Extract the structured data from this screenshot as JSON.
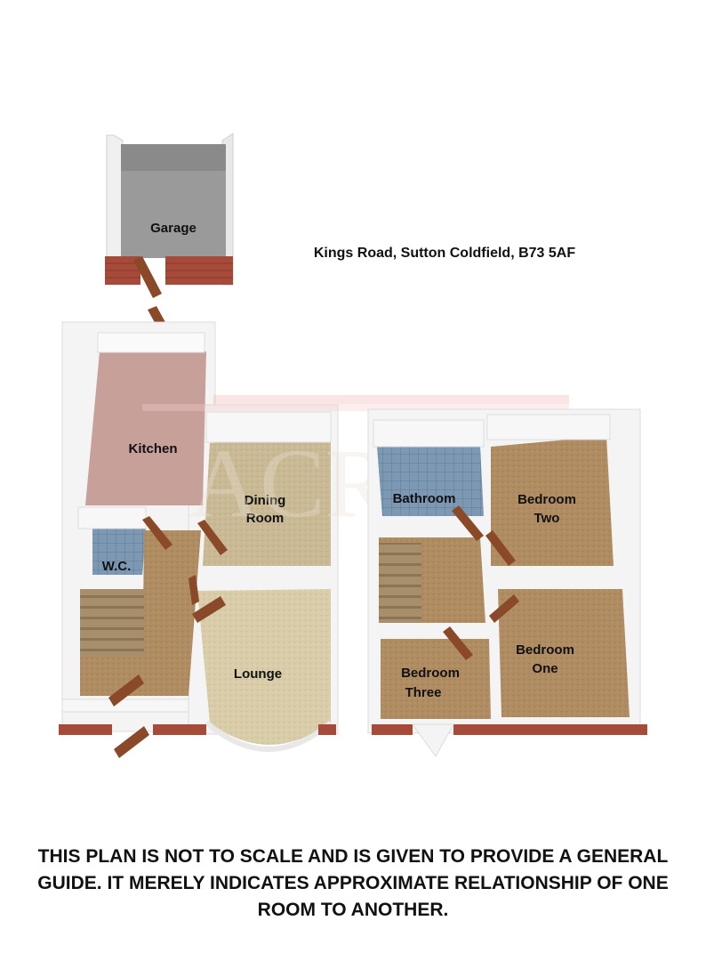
{
  "address": "Kings Road, Sutton Coldfield, B73 5AF",
  "disclaimer": "THIS PLAN IS NOT TO SCALE AND IS GIVEN TO PROVIDE A GENERAL GUIDE. IT MERELY INDICATES APPROXIMATE RELATIONSHIP OF ONE ROOM TO ANOTHER.",
  "watermark": "ACRES",
  "rooms": {
    "garage": "Garage",
    "kitchen": "Kitchen",
    "dining_line1": "Dining",
    "dining_line2": "Room",
    "wc": "W.C.",
    "lounge": "Lounge",
    "bathroom": "Bathroom",
    "bed_two_line1": "Bedroom",
    "bed_two_line2": "Two",
    "bed_one_line1": "Bedroom",
    "bed_one_line2": "One",
    "bed_three_line1": "Bedroom",
    "bed_three_line2": "Three"
  },
  "colors": {
    "wall": "#f4f4f4",
    "brick": "#a64a3a",
    "carpet_beige": "#c9b994",
    "carpet_brown": "#b08c62",
    "kitchen_floor": "#c7a09a",
    "tile_blue": "#7c98b2",
    "garage_floor": "#9a9a9a",
    "door": "#8a4a2a"
  }
}
